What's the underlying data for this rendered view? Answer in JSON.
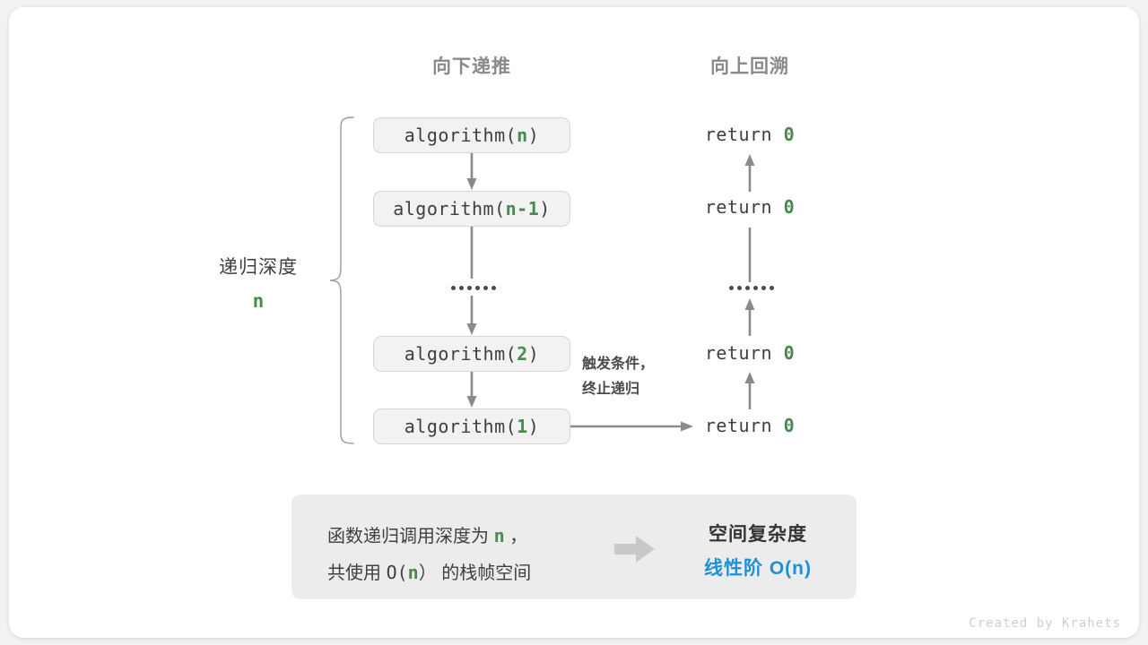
{
  "headings": {
    "down": "向下递推",
    "up": "向上回溯"
  },
  "depth": {
    "label": "递归深度",
    "value": "n"
  },
  "calls": [
    {
      "prefix": "algorithm(",
      "arg": "n",
      "suffix": ")"
    },
    {
      "prefix": "algorithm(",
      "arg": "n-1",
      "suffix": ")"
    },
    {
      "prefix": "algorithm(",
      "arg": "2",
      "suffix": ")"
    },
    {
      "prefix": "algorithm(",
      "arg": "1",
      "suffix": ")"
    }
  ],
  "ellipsis": "••••••",
  "returns": [
    {
      "keyword": "return",
      "value": "0"
    },
    {
      "keyword": "return",
      "value": "0"
    },
    {
      "keyword": "return",
      "value": "0"
    },
    {
      "keyword": "return",
      "value": "0"
    }
  ],
  "trigger": {
    "line1": "触发条件，",
    "line2": "终止递归"
  },
  "summary": {
    "left_line1_a": "函数递归调用深度为",
    "left_line1_n": "n",
    "left_line1_b": "，",
    "left_line2_a": "共使用",
    "left_line2_o": "O(",
    "left_line2_n": "n",
    "left_line2_c": "）",
    "left_line2_b": "的栈帧空间",
    "right_title": "空间复杂度",
    "right_value": "线性阶 O(n)"
  },
  "watermark": "Created by Krahets",
  "colors": {
    "green": "#47894f",
    "blue": "#1e90d8",
    "arrow_gray": "#8a8a8a",
    "box_fill": "#f2f2f2",
    "box_border": "#d6d6d6",
    "panel_fill": "#ececec",
    "text_dark": "#3f3f3f",
    "heading_gray": "#8a8a8a"
  }
}
